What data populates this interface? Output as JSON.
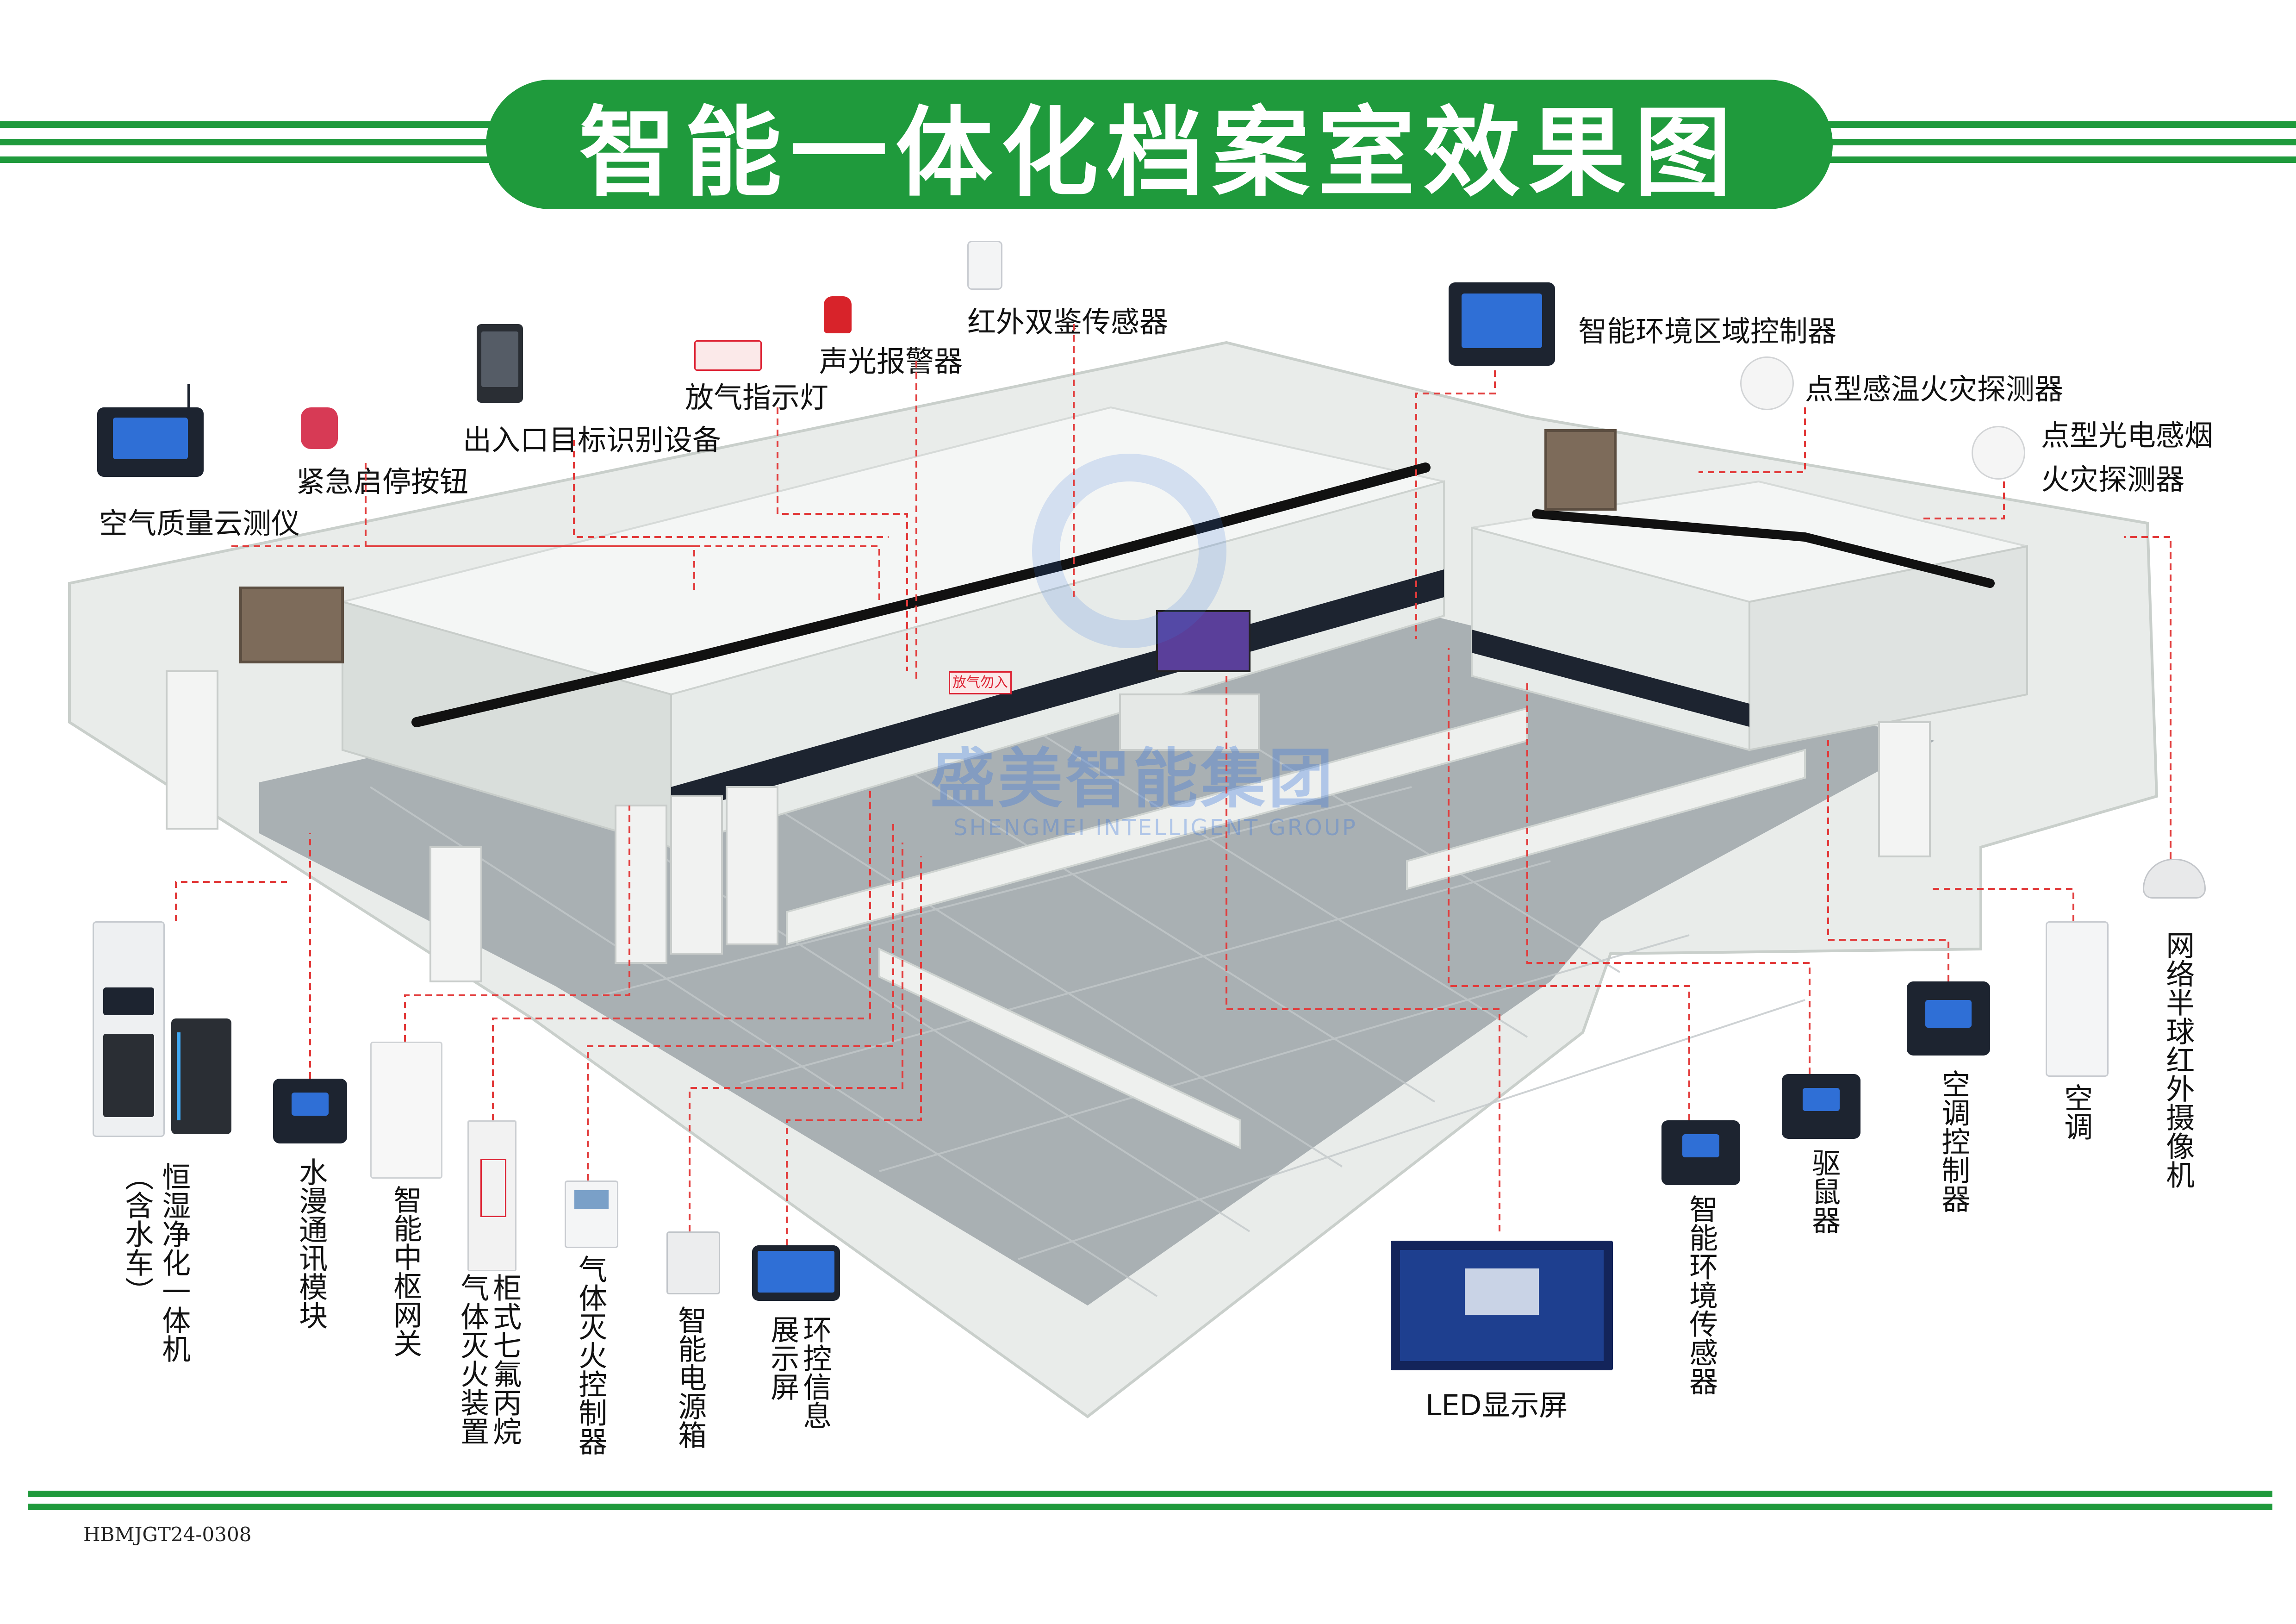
{
  "title": "智能一体化档案室效果图",
  "doc_code": "HBMJGT24-0308",
  "watermark": {
    "cn": "盛美智能集团",
    "en": "SHENGMEI INTELLIGENT GROUP"
  },
  "sign": "放气勿入",
  "colors": {
    "brand_green": "#1f9a3c",
    "leader_red": "#e23b3b",
    "device_dark": "#1d2430",
    "screen_blue": "#2f6fd6"
  },
  "labels": {
    "air_quality": "空气质量云测仪",
    "emergency_button": "紧急启停按钮",
    "entry_recognition": "出入口目标识别设备",
    "gas_indicator": "放气指示灯",
    "sound_light_alarm": "声光报警器",
    "ir_dual_sensor": "红外双鉴传感器",
    "env_zone_controller": "智能环境区域控制器",
    "heat_detector": "点型感温火灾探测器",
    "smoke_detector_l1": "点型光电感烟",
    "smoke_detector_l2": "火灾探测器",
    "constant_humidity": "恒湿净化一体机",
    "constant_humidity_note": "（含水车）",
    "water_leak": "水漫通讯模块",
    "gateway": "智能中枢网关",
    "cabinet_l1": "柜式七氟丙烷",
    "cabinet_l2": "气体灭火装置",
    "gas_controller": "气体灭火控制器",
    "power_box": "智能电源箱",
    "env_info_l1": "环控信息",
    "env_info_l2": "展示屏",
    "led_screen": "LED显示屏",
    "env_sensor": "智能环境传感器",
    "rodent": "驱鼠器",
    "ac_controller": "空调控制器",
    "ac": "空调",
    "dome_camera": "网络半球红外摄像机"
  }
}
